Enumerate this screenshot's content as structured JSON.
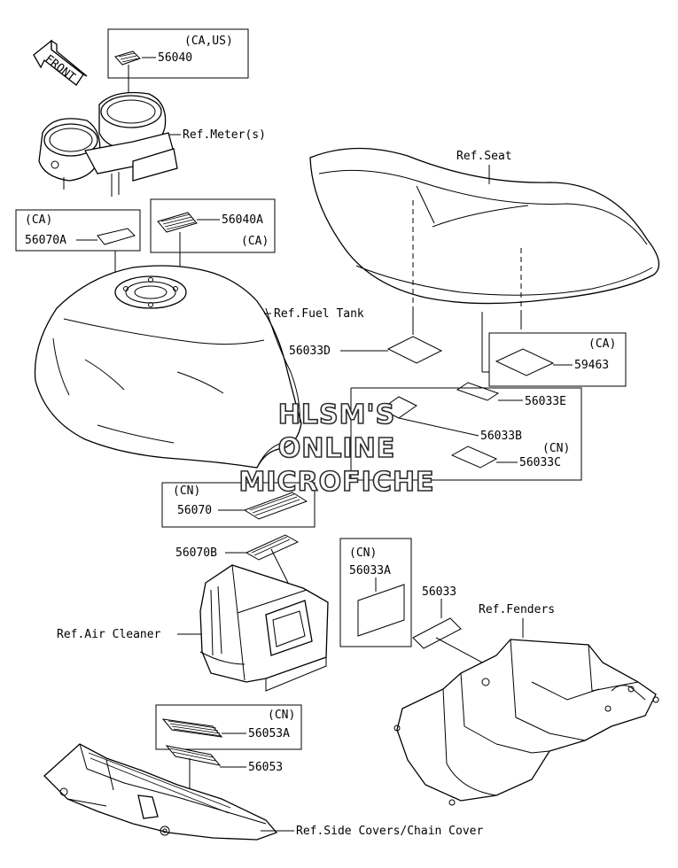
{
  "front_arrow": "FRONT",
  "watermark": [
    "HLSM'S",
    "ONLINE",
    "MICROFICHE"
  ],
  "labels": {
    "ca_us": "(CA,US)",
    "p56040": "56040",
    "ref_meter": "Ref.Meter(s)",
    "ref_seat": "Ref.Seat",
    "ca_1": "(CA)",
    "p56070A": "56070A",
    "p56040A": "56040A",
    "ca_2": "(CA)",
    "ref_fuel_tank": "Ref.Fuel Tank",
    "p56033D": "56033D",
    "ca_3": "(CA)",
    "p59463": "59463",
    "p56033E": "56033E",
    "p56033B": "56033B",
    "cn_1": "(CN)",
    "p56033C": "56033C",
    "cn_2": "(CN)",
    "p56070": "56070",
    "p56070B": "56070B",
    "cn_3": "(CN)",
    "p56033A": "56033A",
    "p56033": "56033",
    "ref_fenders": "Ref.Fenders",
    "ref_air_cleaner": "Ref.Air Cleaner",
    "cn_4": "(CN)",
    "p56053A": "56053A",
    "p56053": "56053",
    "ref_side_covers": "Ref.Side Covers/Chain Cover"
  }
}
